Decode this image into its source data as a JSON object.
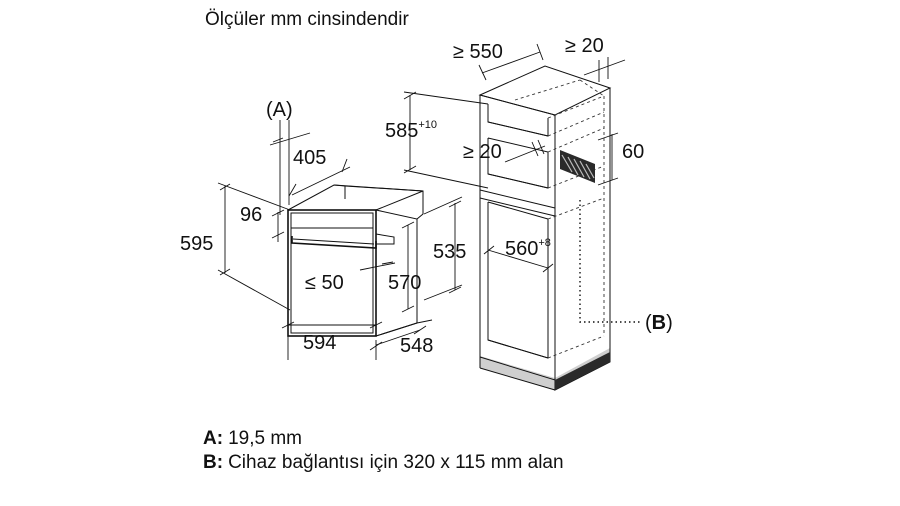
{
  "title": "Ölçüler mm cinsindendir",
  "oven": {
    "label_a": "(A)",
    "depth_top": "405",
    "front_offset": "96",
    "height": "595",
    "depth_body": "570",
    "gap": "≤ 50",
    "width": "594",
    "depth": "548",
    "height_inner": "535"
  },
  "cabinet": {
    "min_depth": "≥ 550",
    "min_back": "≥ 20",
    "niche_height": "585",
    "niche_height_tol": "+10",
    "shelf_gap": "≥ 20",
    "vent_height": "60",
    "niche_width": "560",
    "niche_width_tol": "+8",
    "label_b": "(B)"
  },
  "legend": [
    {
      "key": "A:",
      "text": "19,5 mm"
    },
    {
      "key": "B:",
      "text": "Cihaz bağlantısı için 320 x 115 mm alan"
    }
  ]
}
